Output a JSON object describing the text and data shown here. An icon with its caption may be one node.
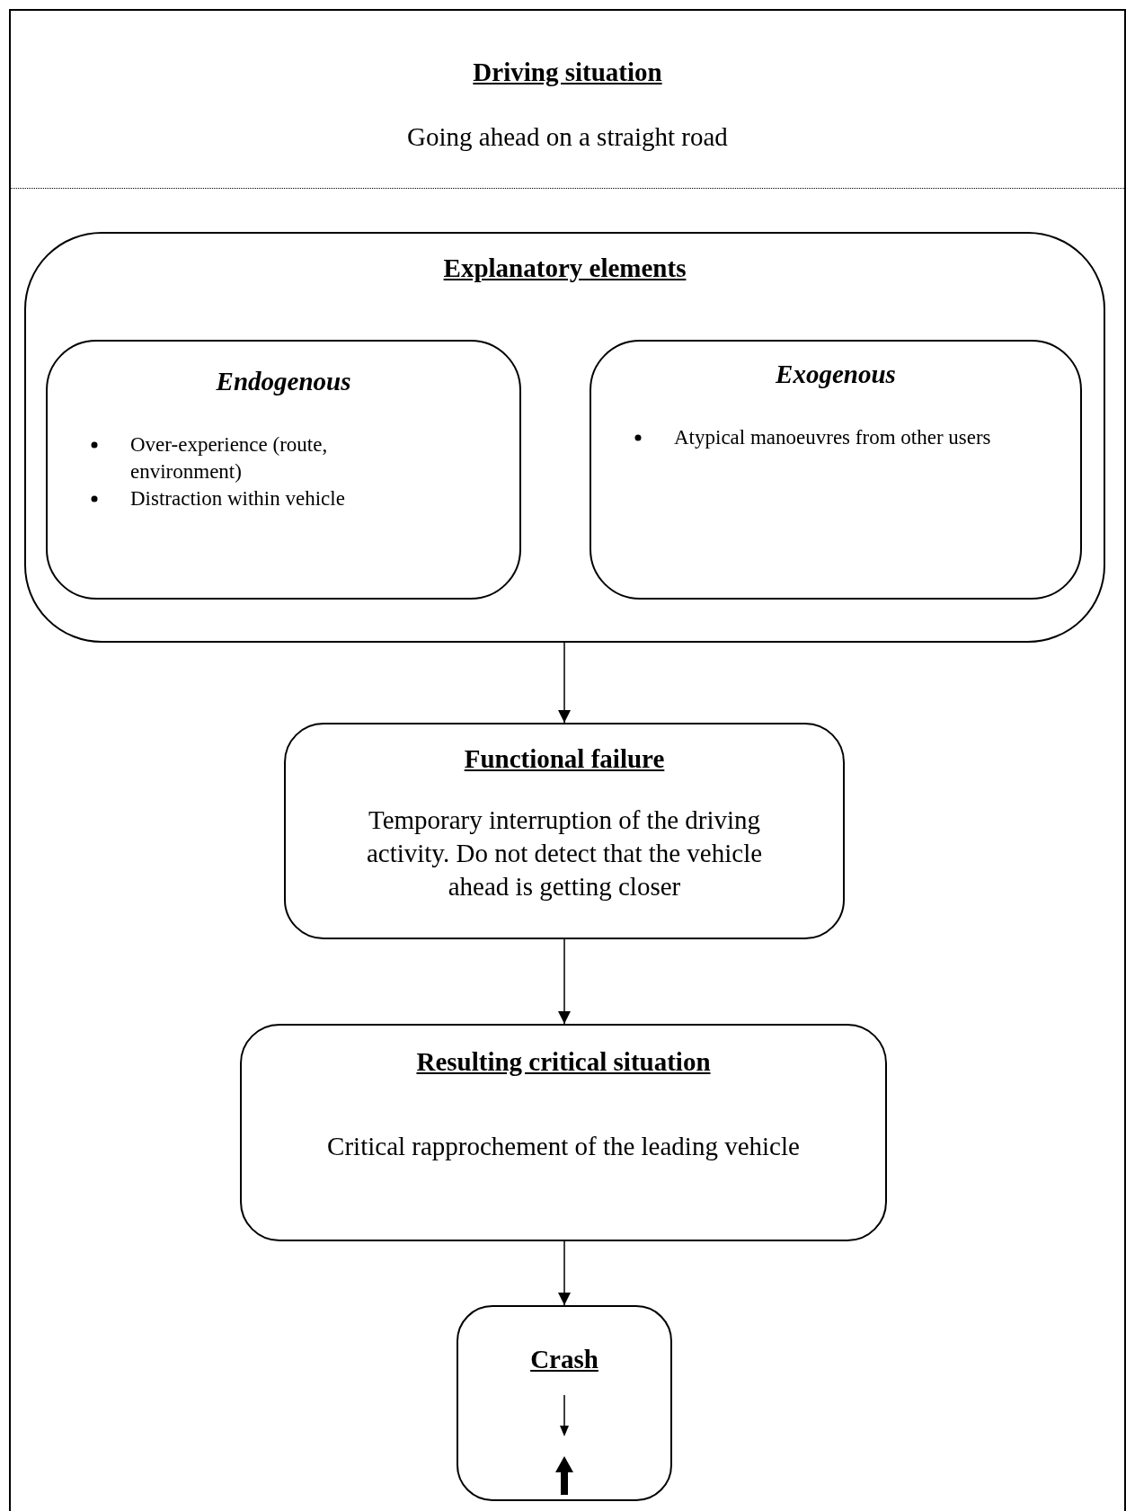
{
  "diagram": {
    "nodes": [
      {
        "text": [
          "Driving situation",
          "Going ahead on a straight road"
        ]
      },
      {
        "text": [
          "Explanatory elements"
        ]
      },
      {
        "text": [
          "Endogenous",
          "Over-experience (route, environment)",
          "Distraction within vehicle"
        ],
        "in": 1
      },
      {
        "text": [
          "Exogenous",
          "Atypical manoeuvres from other users"
        ],
        "in": 1
      },
      {
        "text": [
          "Functional failure",
          "Temporary interruption of the driving activity. Do not detect that the vehicle ahead is getting closer"
        ]
      },
      {
        "text": [
          "Resulting critical situation",
          "Critical rapprochement of the leading vehicle"
        ]
      },
      {
        "text": [
          "Crash"
        ]
      }
    ],
    "edges": [
      {
        "from": 1,
        "to": 4,
        "arrow": "to"
      },
      {
        "from": 4,
        "to": 5,
        "arrow": "to"
      },
      {
        "from": 5,
        "to": 6,
        "arrow": "to"
      }
    ]
  }
}
